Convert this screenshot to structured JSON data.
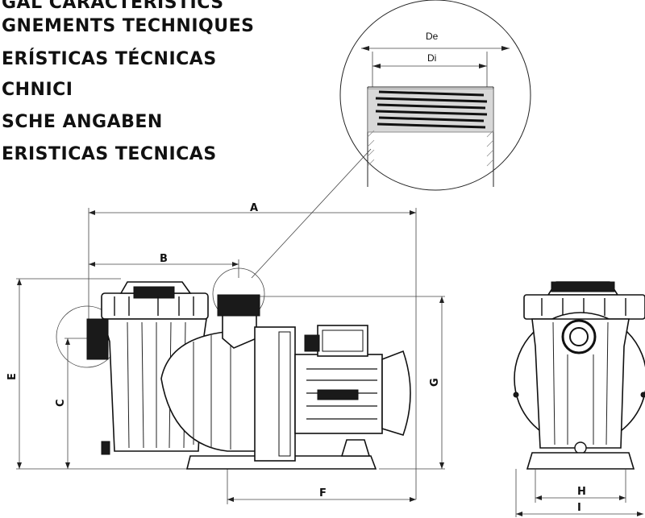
{
  "titles": [
    "GAL CARACTERISTICS",
    "GNEMENTS TECHNIQUES",
    "ERÍSTICAS TÉCNICAS",
    "CHNICI",
    "SCHE ANGABEN",
    "ERISTICAS TECNICAS"
  ],
  "dimensions": {
    "A": "A",
    "B": "B",
    "C": "C",
    "E": "E",
    "F": "F",
    "G": "G",
    "H": "H",
    "I": "I"
  },
  "detail": {
    "outer_diameter": "De",
    "inner_diameter": "Di"
  }
}
